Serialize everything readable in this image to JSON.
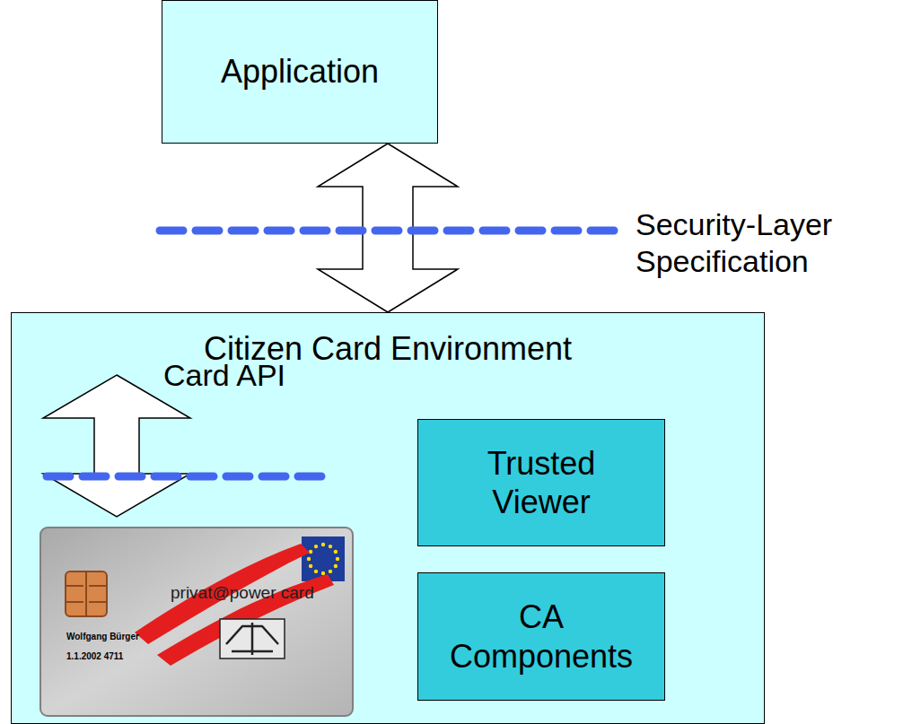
{
  "diagram": {
    "nodes": [
      {
        "text": [
          "Application"
        ]
      },
      {
        "text": [
          "Citizen Card Environment"
        ]
      },
      {
        "text": [
          "Trusted Viewer"
        ],
        "in": 1
      },
      {
        "text": [
          "CA Components"
        ],
        "in": 1
      }
    ],
    "edges": [
      {
        "from": 0,
        "to": 1,
        "arrow": "both"
      }
    ],
    "labels": [
      "Security-Layer Specification",
      "Card API",
      "privat@power card",
      "Wolfgang Bürger",
      "1.1.2002 4711"
    ]
  }
}
